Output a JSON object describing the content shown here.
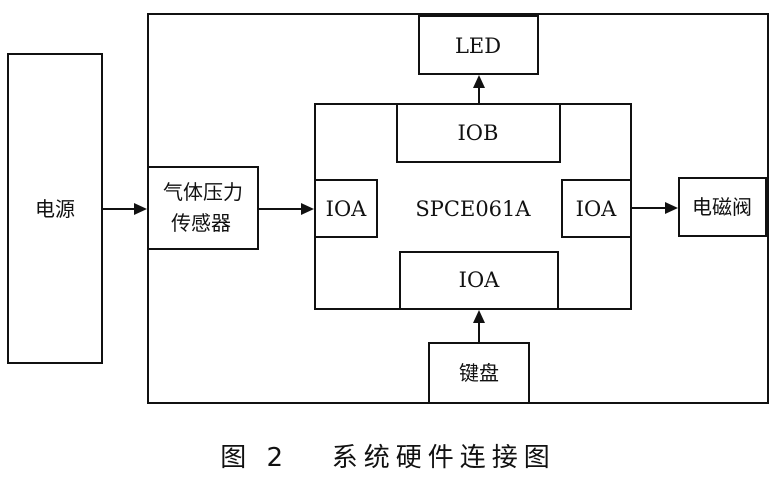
{
  "diagram": {
    "power_supply": "电源",
    "pressure_sensor": "气体压力传感器",
    "pressure_sensor_line1": "气体压力",
    "pressure_sensor_line2": "传感器",
    "mcu": "SPCE061A",
    "port_iob": "IOB",
    "port_ioa_left": "IOA",
    "port_ioa_right": "IOA",
    "port_ioa_bottom": "IOA",
    "led": "LED",
    "solenoid_valve": "电磁阀",
    "keyboard": "键盘"
  },
  "caption": "图 2   系统硬件连接图"
}
